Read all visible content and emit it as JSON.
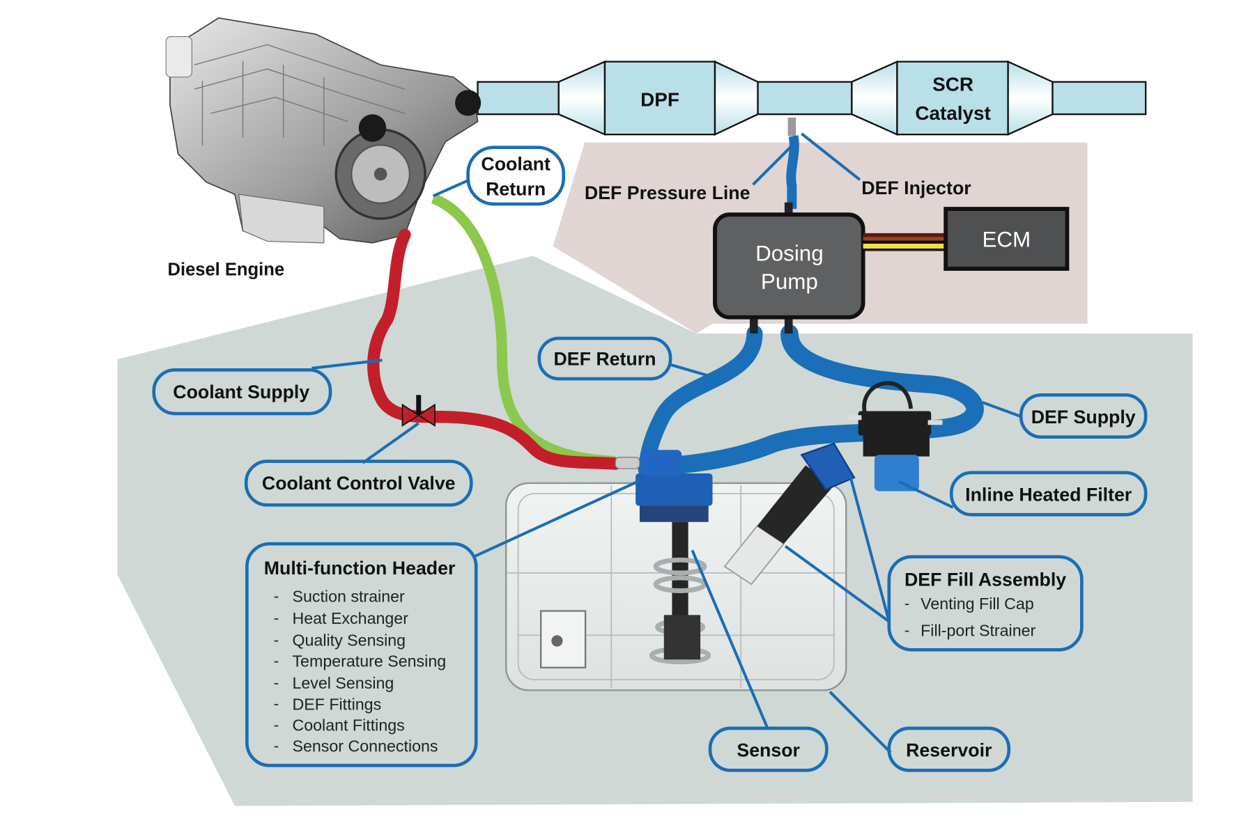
{
  "diagram": {
    "title": "DEF / SCR Aftertreatment System",
    "colors": {
      "callout_blue": "#1b6db5",
      "def_line_blue": "#1a6fb8",
      "coolant_supply_red": "#c21f2a",
      "coolant_return_green": "#8cc84b",
      "exhaust_pipe": "#b9dfe9",
      "lower_panel": "#cfd8d5",
      "upper_panel": "#e0d5d3",
      "module_dark": "#5f6062"
    },
    "exhaust": {
      "dpf_label": "DPF",
      "scr_label_line1": "SCR",
      "scr_label_line2": "Catalyst"
    },
    "labels": {
      "diesel_engine": "Diesel Engine",
      "coolant_return_line1": "Coolant",
      "coolant_return_line2": "Return",
      "def_pressure_line": "DEF Pressure Line",
      "def_injector": "DEF Injector",
      "dosing_pump_line1": "Dosing",
      "dosing_pump_line2": "Pump",
      "ecm": "ECM",
      "def_return": "DEF Return",
      "coolant_supply": "Coolant Supply",
      "coolant_control_valve": "Coolant Control Valve",
      "def_supply": "DEF Supply",
      "inline_heated_filter": "Inline Heated Filter",
      "sensor": "Sensor",
      "reservoir": "Reservoir"
    },
    "multifunction_header": {
      "title": "Multi-function Header",
      "items": [
        "Suction strainer",
        "Heat Exchanger",
        "Quality Sensing",
        "Temperature Sensing",
        "Level Sensing",
        "DEF Fittings",
        "Coolant Fittings",
        "Sensor Connections"
      ]
    },
    "def_fill_assembly": {
      "title": "DEF Fill Assembly",
      "items": [
        "Venting Fill Cap",
        "Fill-port Strainer"
      ]
    },
    "bullet": "-"
  }
}
